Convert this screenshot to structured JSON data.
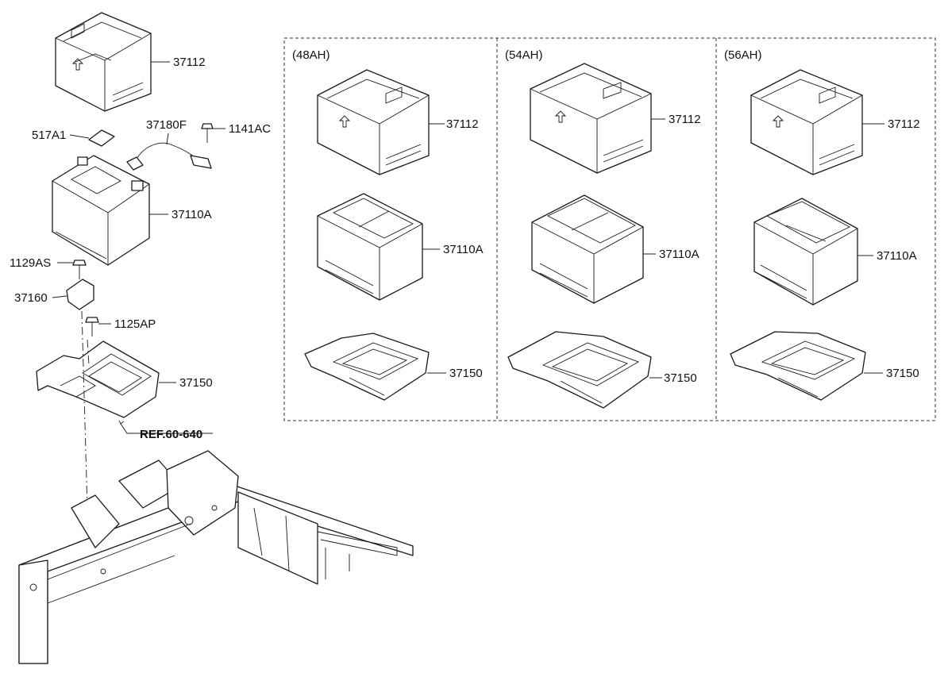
{
  "title": "",
  "main_assembly": {
    "parts": [
      {
        "id": "cover-main",
        "number": "37112"
      },
      {
        "id": "insulator-pad",
        "number": "517A1"
      },
      {
        "id": "sensor-cable",
        "number": "37180F"
      },
      {
        "id": "bolt-top",
        "number": "1141AC"
      },
      {
        "id": "battery-main",
        "number": "37110A"
      },
      {
        "id": "bolt-clamp",
        "number": "1129AS"
      },
      {
        "id": "clamp",
        "number": "37160"
      },
      {
        "id": "bolt-tray",
        "number": "1125AP"
      },
      {
        "id": "tray-main",
        "number": "37150"
      }
    ],
    "reference": "REF.60-640"
  },
  "variants": [
    {
      "capacity": "(48AH)",
      "cover": "37112",
      "battery": "37110A",
      "tray": "37150"
    },
    {
      "capacity": "(54AH)",
      "cover": "37112",
      "battery": "37110A",
      "tray": "37150"
    },
    {
      "capacity": "(56AH)",
      "cover": "37112",
      "battery": "37110A",
      "tray": "37150"
    }
  ],
  "colors": {
    "line": "#1a1a1a",
    "background": "#ffffff"
  }
}
